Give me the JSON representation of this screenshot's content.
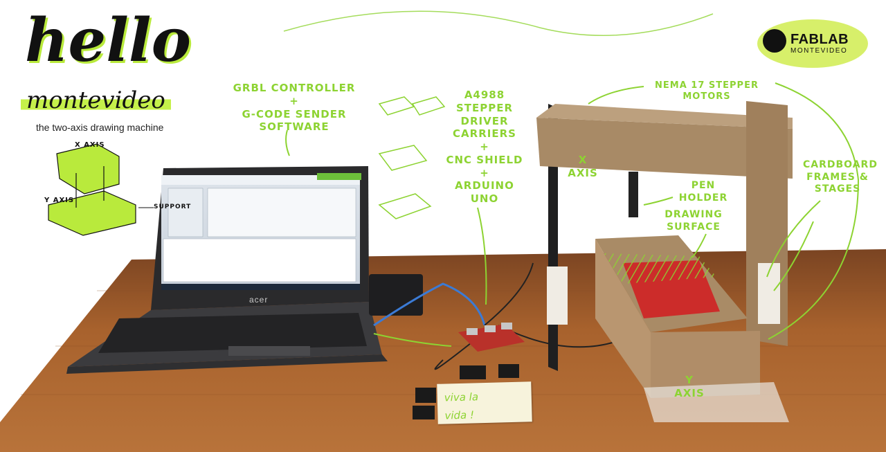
{
  "title": {
    "hello": "hello",
    "city": "montevideo",
    "subtitle": "the two-axis drawing machine"
  },
  "logo": {
    "name": "FABLAB",
    "city": "MONTEVIDEO"
  },
  "sketch_labels": {
    "x_axis": "X AXIS",
    "y_axis": "Y AXIS",
    "support": "SUPPORT"
  },
  "annotations": {
    "grbl": "GRBL CONTROLLER\n+\nG-CODE SENDER SOFTWARE",
    "a4988": "A4988 STEPPER\nDRIVER CARRIERS\n+\nCNC SHIELD\n+\nARDUINO\nUNO",
    "nema": "NEMA 17 STEPPER MOTORS",
    "x_axis": "X AXIS",
    "pen_holder": "PEN HOLDER",
    "drawing_surface": "DRAWING\nSURFACE",
    "cardboard": "CARDBOARD\nFRAMES &\nSTAGES",
    "y_axis": "Y AXIS"
  },
  "laptop_brand": "acer",
  "note": "viva la\nvida !",
  "colors": {
    "accent_green": "#8dd332",
    "highlight": "#c5f04a",
    "table_wood": "#9b5b2a",
    "cardboard": "#a88a66"
  }
}
